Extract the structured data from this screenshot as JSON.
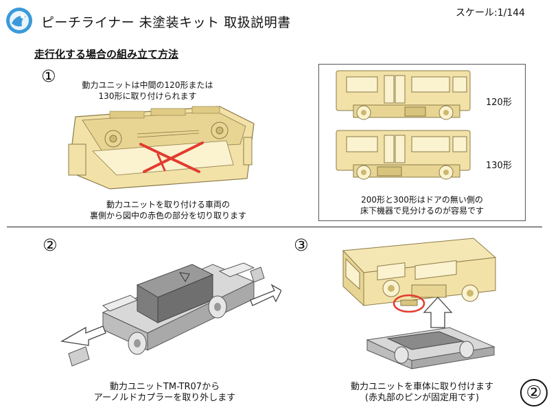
{
  "header": {
    "title": "ピーチライナー 未塗装キット 取扱説明書",
    "scale": "スケール:1/144"
  },
  "section": {
    "title": "走行化する場合の組み立て方法"
  },
  "steps": [
    {
      "number": "①",
      "caption_top": [
        "動力ユニットは中間の120形または",
        "130形に取り付けられます"
      ],
      "caption_bottom": [
        "動力ユニットを取り付ける車両の",
        "裏側から図中の赤色の部分を切り取ります"
      ]
    },
    {
      "number": "②",
      "caption": [
        "動力ユニットTM-TR07から",
        "アーノルドカプラーを取り外します"
      ]
    },
    {
      "number": "③",
      "caption": [
        "動力ユニットを車体に取り付けます",
        "(赤丸部のピンが固定用です)"
      ]
    }
  ],
  "infobox": {
    "labels": [
      "120形",
      "130形"
    ],
    "caption": [
      "200形と300形はドアの無い側の",
      "床下機器で見分けるのが容易です"
    ]
  },
  "page": {
    "number": "②"
  },
  "colors": {
    "body": "#f2e2a8",
    "body_stroke": "#8a7a48",
    "cut_mark": "#e23b2e",
    "gray_part": "#c9c9c9"
  }
}
